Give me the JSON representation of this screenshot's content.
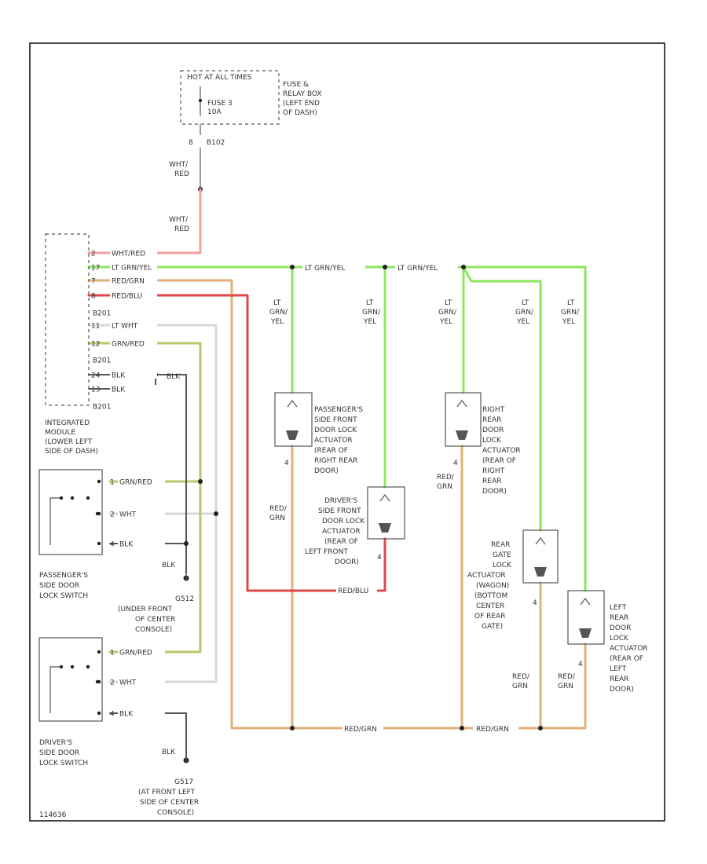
{
  "colors": {
    "wht_red": "#f4a0a0",
    "lt_grn_yel": "#8ee65e",
    "red_grn": "#e2b07a",
    "red_blu": "#e04848",
    "lt_wht": "#d8d8d8",
    "grn_red": "#b7c86a",
    "blk": "#555555"
  },
  "icons": [
    "ground-icon",
    "splice-icon",
    "actuator-icon",
    "switch-icon"
  ],
  "fuse_box": {
    "hot_label": "HOT AT ALL TIMES",
    "fuse_label": "FUSE 3",
    "fuse_amps": "10A",
    "box_name": [
      "FUSE &",
      "RELAY BOX",
      "(LEFT END",
      "OF DASH)"
    ],
    "pin": "8",
    "connector": "B102"
  },
  "feed_wire": {
    "color1": [
      "WHT/",
      "RED"
    ],
    "color2": [
      "WHT/",
      "RED"
    ]
  },
  "module": {
    "pins": [
      {
        "pin": "2",
        "color": "WHT/RED"
      },
      {
        "pin": "17",
        "color": "LT GRN/YEL"
      },
      {
        "pin": "7",
        "color": "RED/GRN"
      },
      {
        "pin": "8",
        "color": "RED/BLU"
      },
      {
        "pin": "",
        "color": "B201"
      },
      {
        "pin": "11",
        "color": "LT WHT"
      },
      {
        "pin": "12",
        "color": "GRN/RED"
      },
      {
        "pin": "",
        "color": "B201"
      },
      {
        "pin": "24",
        "color": "BLK"
      },
      {
        "pin": "13",
        "color": "BLK"
      },
      {
        "pin": "",
        "color": "B201"
      }
    ],
    "blk_label": "BLK",
    "name": [
      "INTEGRATED",
      "MODULE",
      "(LOWER LEFT",
      "SIDE OF DASH)"
    ]
  },
  "bus_labels": {
    "a": "LT GRN/YEL",
    "b": "LT GRN/YEL"
  },
  "drops": {
    "d1": [
      "LT",
      "GRN/",
      "YEL"
    ],
    "d2": [
      "LT",
      "GRN/",
      "YEL"
    ],
    "d3": [
      "LT",
      "GRN/",
      "YEL"
    ],
    "d4": [
      "LT",
      "GRN/",
      "YEL"
    ],
    "d5": [
      "LT",
      "GRN/",
      "YEL"
    ]
  },
  "actuators": {
    "pass_front": [
      "PASSENGER'S",
      "SIDE FRONT",
      "DOOR LOCK",
      "ACTUATOR",
      "(REAR OF",
      "RIGHT REAR",
      "DOOR)"
    ],
    "right_rear": [
      "RIGHT",
      "REAR",
      "DOOR",
      "LOCK",
      "ACTUATOR",
      "(REAR OF",
      "RIGHT",
      "REAR",
      "DOOR)"
    ],
    "driver_front": [
      "DRIVER'S",
      "SIDE FRONT",
      "DOOR LOCK",
      "ACTUATOR",
      "(REAR OF",
      "LEFT FRONT",
      "DOOR)"
    ],
    "rear_gate": [
      "REAR",
      "GATE",
      "LOCK",
      "ACTUATOR",
      "(WAGON)",
      "(BOTTOM",
      "CENTER",
      "OF REAR",
      "GATE)"
    ],
    "left_rear": [
      "LEFT",
      "REAR",
      "DOOR",
      "LOCK",
      "ACTUATOR",
      "(REAR OF",
      "LEFT",
      "REAR",
      "DOOR)"
    ]
  },
  "act_pins": {
    "p1": "4",
    "p2": "4",
    "p3": "4",
    "p4": "4",
    "p5": "4"
  },
  "act_wires": {
    "w1": [
      "RED/",
      "GRN"
    ],
    "w2": [
      "RED/",
      "GRN"
    ],
    "w3": [
      "RED/",
      "GRN"
    ],
    "w4": [
      "RED/",
      "GRN"
    ],
    "red_blu": "RED/BLU"
  },
  "pass_switch": {
    "pins": [
      {
        "pin": "1",
        "color": "GRN/RED"
      },
      {
        "pin": "2",
        "color": "WHT"
      },
      {
        "pin": "4",
        "color": "BLK"
      }
    ],
    "blk": "BLK",
    "name": [
      "PASSENGER'S",
      "SIDE DOOR",
      "LOCK SWITCH"
    ],
    "ground_name": [
      "G512",
      "(UNDER FRONT",
      "OF CENTER",
      "CONSOLE)"
    ]
  },
  "drv_switch": {
    "pins": [
      {
        "pin": "1",
        "color": "GRN/RED"
      },
      {
        "pin": "2",
        "color": "WHT"
      },
      {
        "pin": "4",
        "color": "BLK"
      }
    ],
    "blk": "BLK",
    "name": [
      "DRIVER'S",
      "SIDE DOOR",
      "LOCK SWITCH"
    ],
    "ground_name": [
      "G517",
      "(AT FRONT LEFT",
      "SIDE OF CENTER",
      "CONSOLE)"
    ]
  },
  "bottom_bus": {
    "a": "RED/GRN",
    "b": "RED/GRN"
  },
  "footer_code": "114636"
}
